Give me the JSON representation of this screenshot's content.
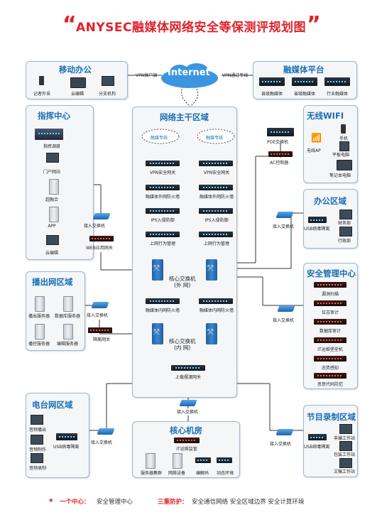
{
  "title": "ANYSEC融媒体网络安全等保测评规划图",
  "internet": {
    "label": "Internet",
    "vpn_left": "VPN拨户端",
    "vpn_right": "VPN通过专线"
  },
  "mobile_office": {
    "title": "移动办公",
    "items": [
      "记者外采",
      "云编辑",
      "分支机构"
    ]
  },
  "media_platform": {
    "title": "融媒体平台",
    "items": [
      "县级融媒体",
      "省级融媒体",
      "行业融媒体"
    ]
  },
  "command_center": {
    "title": "指挥中心",
    "items": [
      "指挥调度",
      "门户网站",
      "超融合",
      "APP",
      "云编辑"
    ],
    "switch": "接入交换机",
    "gateway": "WEB应用网关"
  },
  "backbone": {
    "title": "网络主干区域",
    "cloud_left": "融媒专线",
    "cloud_right": "融媒专线",
    "vpn_left": "VPN安全网关",
    "vpn_right": "VPN安全网关",
    "fw_left": "融媒体外网防火墙",
    "fw_right": "融媒体外网防火墙",
    "ips_left": "IPS入侵防御",
    "ips_right": "IPS入侵防御",
    "ba_left": "上网行为管理",
    "ba_right": "上网行为管理",
    "core_ext": "核心交换机\n(外 网)",
    "fw_in_left": "融媒体内网防火墙",
    "fw_in_right": "融媒体内网防火墙",
    "core_int": "核心交换机\n(内 网)",
    "audit": "上载摆渡网关",
    "bottom_switch": "接入交换机"
  },
  "broadcast": {
    "title": "播出网区域",
    "items": [
      "播出服务器",
      "数据库服务器",
      "播控服务器",
      "编辑服务器"
    ],
    "switch": "接入交换机",
    "gate": "隔离网关"
  },
  "station": {
    "title": "电台网区域",
    "items": [
      "音频播出",
      "音频制作",
      "音频录制"
    ],
    "usb": "USB病毒隔离",
    "switch": "接入交换机"
  },
  "core_room": {
    "title": "核心机房",
    "monitor": "IT运维监管",
    "items": [
      "服务器集群",
      "网络设备",
      "编解码",
      "动态环境"
    ]
  },
  "wifi": {
    "title": "无线WIFI",
    "poe": "POE交换机",
    "ap": "无线AP",
    "ac": "AC控制器",
    "items": [
      "手机",
      "平板电脑",
      "笔记本电脑"
    ]
  },
  "office": {
    "title": "办公区域",
    "switch": "接入交换机",
    "usb": "USB病毒隔离",
    "items": [
      "财务部",
      "行政部"
    ]
  },
  "security": {
    "title": "安全管理中心",
    "switch": "接入交换机",
    "items": [
      "漏洞扫描",
      "日志审计",
      "数据库审计",
      "IT运维堡垒机",
      "态势感知",
      "恶意代码防范"
    ]
  },
  "program": {
    "title": "节目录制区域",
    "switch": "接入交换机",
    "usb": "USB病毒隔离",
    "items": [
      "非编工作站",
      "包装工作站",
      "文稿工作站"
    ]
  },
  "footer": {
    "center_label": "一个中心：",
    "center_value": "安全管理中心",
    "protect_label": "三重防护：",
    "protect_value": "安全通信网络  安全区域边界  安全计算环境"
  },
  "colors": {
    "accent_red": "#e0212a",
    "zone_blue": "#1a6fb5"
  }
}
